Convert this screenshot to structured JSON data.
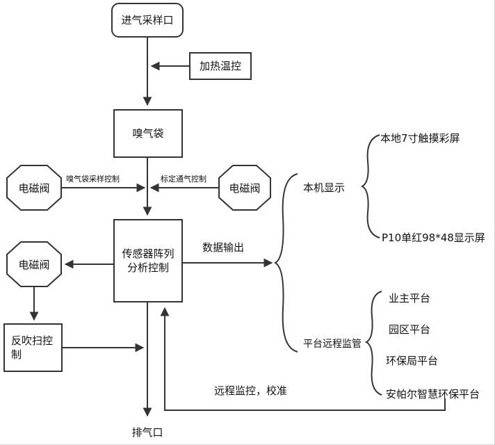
{
  "diagram": {
    "title_hint": "gas sampling and sensor array analysis flowchart",
    "colors": {
      "stroke": "#333333",
      "background": "#ffffff"
    },
    "nodes": {
      "intake": "进气采样口",
      "heater": "加热温控",
      "bag": "嗅气袋",
      "valve1": "电磁阀",
      "valve2": "电磁阀",
      "valve3": "电磁阀",
      "sensor_line1": "传感器阵列",
      "sensor_line2": "分析控制",
      "backflush": "反吹扫控制",
      "exhaust": "排气口"
    },
    "edge_labels": {
      "bag_sampling": "嗅气袋采样控制",
      "calibration_vent": "标定通气控制",
      "data_output": "数据输出",
      "remote_monitor": "远程监控，校准"
    },
    "outputs": {
      "local_display": {
        "label": "本机显示",
        "items": [
          "本地7寸触摸彩屏",
          "P10单红98*48显示屏"
        ]
      },
      "platform": {
        "label": "平台远程监管",
        "items": [
          "业主平台",
          "园区平台",
          "环保局平台",
          "安帕尔智慧环保平台"
        ]
      }
    }
  }
}
